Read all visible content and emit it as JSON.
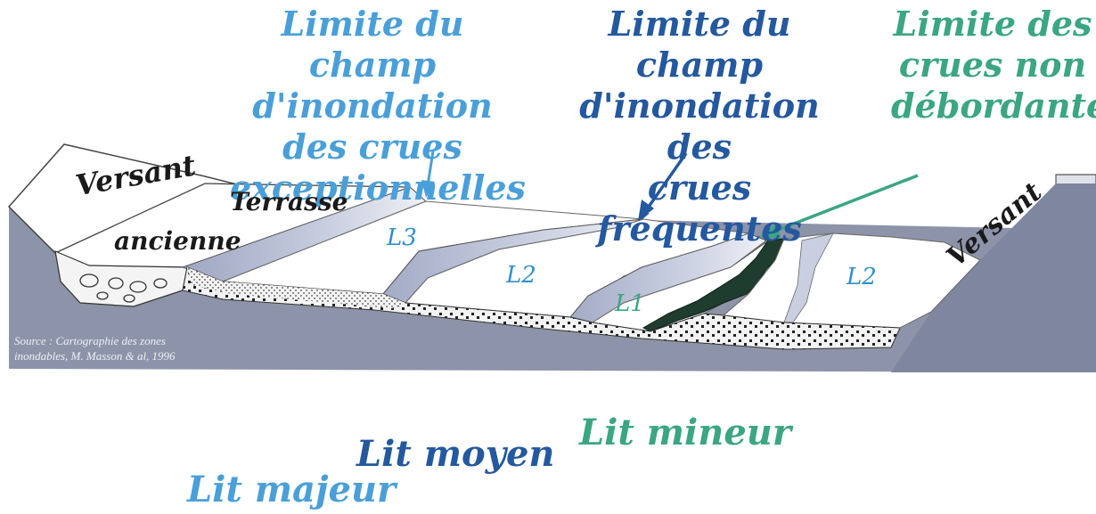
{
  "top_labels": {
    "exceptional": "Limite du champ\nd'inondation des crues\nexceptionnelles",
    "frequent": "Limite du champ\nd'inondation des\ncrues fréquentes",
    "non_overflowing": "Limite des\ncrues non\ndébordantes"
  },
  "terrain": {
    "versant_left": "Versant",
    "terrasse": "Terrasse",
    "ancienne": "ancienne",
    "versant_right": "Versant"
  },
  "zones": {
    "l3": "L3",
    "l2_left": "L2",
    "l1": "L1",
    "l2_right": "L2"
  },
  "source_text": "Source : Cartographie des zones\ninondables, M. Masson & al, 1996",
  "bottom_labels": {
    "lit_mineur": "Lit mineur",
    "lit_moyen": "Lit moyen",
    "lit_majeur": "Lit majeur"
  },
  "colors": {
    "exceptional": "#4a9fd9",
    "frequent": "#24589f",
    "non_overflowing": "#3aa682",
    "river": "#1f3d2f",
    "base_block": "#8d93a8"
  }
}
